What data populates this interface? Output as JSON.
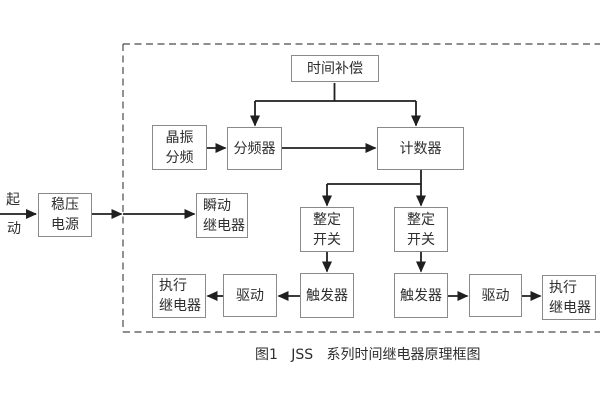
{
  "figure": {
    "caption": "图1   JSS   系列时间继电器原理框图",
    "start_input": {
      "line1": "起",
      "line2": "动"
    }
  },
  "blocks": {
    "time_compensation": {
      "label": "时间补偿"
    },
    "crystal_divider": {
      "line1": "晶振",
      "line2": "分频"
    },
    "frequency_divider": {
      "label": "分频器"
    },
    "counter": {
      "label": "计数器"
    },
    "setting_switch_left": {
      "line1": "整定",
      "line2": "开关"
    },
    "setting_switch_right": {
      "line1": "整定",
      "line2": "开关"
    },
    "trigger_left": {
      "label": "触发器"
    },
    "trigger_right": {
      "label": "触发器"
    },
    "driver_left": {
      "label": "驱动"
    },
    "driver_right": {
      "label": "驱动"
    },
    "output_relay_left": {
      "line1": "执行",
      "line2": "继电器"
    },
    "output_relay_right": {
      "line1": "执行",
      "line2": "继电器"
    },
    "instant_relay": {
      "line1": "瞬动",
      "line2": "继电器"
    },
    "power_supply": {
      "line1": "稳压",
      "line2": "电源"
    }
  },
  "colors": {
    "background": "#ffffff",
    "box_border": "#8a8a8a",
    "arrow_line": "#1f1f1f",
    "dashed_border": "#4a4a4a",
    "text": "#2e2e2e"
  }
}
